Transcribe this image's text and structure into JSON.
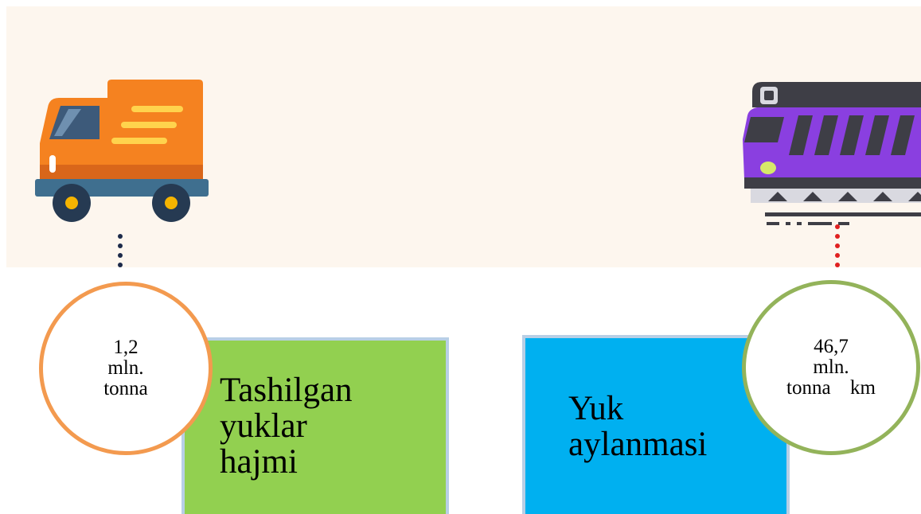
{
  "left": {
    "circle_lines": [
      "1,2",
      "mln.",
      "tonna"
    ],
    "box_lines": [
      "Tashilgan",
      "yuklar",
      "hajmi"
    ],
    "box_color": "#92d050",
    "circle_border": "#f39a4f",
    "icon": "delivery-truck-icon"
  },
  "right": {
    "circle_lines": [
      "46,7",
      "mln.",
      "tonna  km"
    ],
    "box_lines": [
      "Yuk",
      "aylanmasi"
    ],
    "box_color": "#00b0f0",
    "circle_border": "#93b35a",
    "icon": "train-icon"
  },
  "colors": {
    "background_band": "#fdf6ee",
    "truck_body": "#f58220",
    "train_body": "#8a3fe0",
    "left_dots": "#1c2a4a",
    "right_dots": "#e02020"
  }
}
